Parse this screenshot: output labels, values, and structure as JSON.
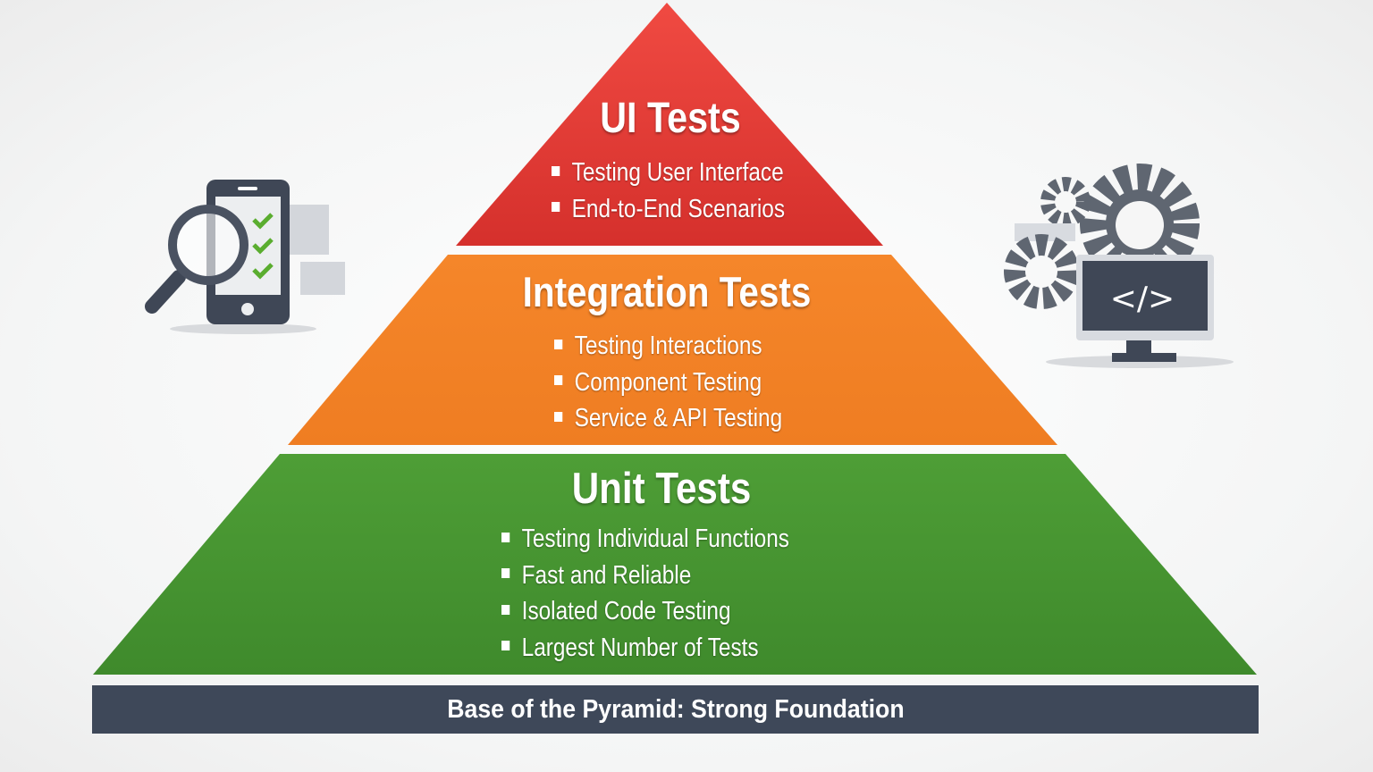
{
  "tiers": [
    {
      "title": "UI Tests",
      "items": [
        "Testing User Interface",
        "End-to-End Scenarios"
      ],
      "color": "#e23b35"
    },
    {
      "title": "Integration Tests",
      "items": [
        "Testing Interactions",
        "Component Testing",
        "Service & API Testing"
      ],
      "color": "#f0822a"
    },
    {
      "title": "Unit Tests",
      "items": [
        "Testing Individual Functions",
        "Fast and Reliable",
        "Isolated Code Testing",
        "Largest Number of Tests"
      ],
      "color": "#4a9a34"
    }
  ],
  "base": {
    "label": "Base of the Pyramid: Strong Foundation",
    "color": "#3e4859"
  },
  "icons": {
    "left": "mobile-testing-magnifier-icon",
    "right": "gears-code-monitor-icon",
    "code_glyph": "</>"
  }
}
